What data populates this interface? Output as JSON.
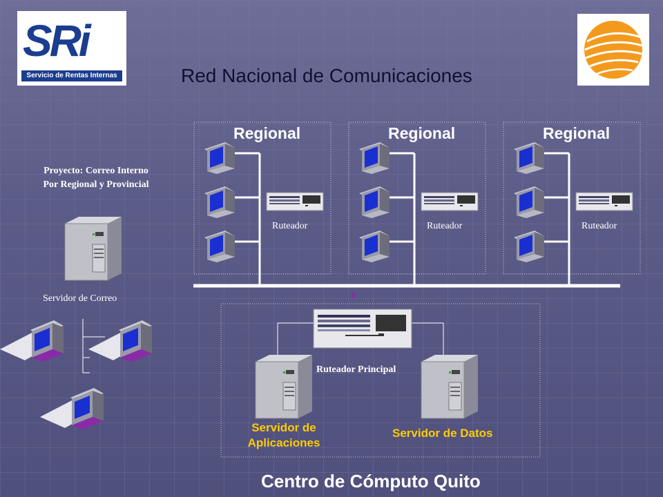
{
  "title": "Red Nacional de Comunicaciones",
  "logo": {
    "sri_mark": "SRi",
    "sri_caption": "Servicio de Rentas Internas"
  },
  "regionals": [
    {
      "title": "Regional",
      "router_label": "Ruteador"
    },
    {
      "title": "Regional",
      "router_label": "Ruteador"
    },
    {
      "title": "Regional",
      "router_label": "Ruteador"
    }
  ],
  "project": {
    "line1": "Proyecto: Correo Interno",
    "line2": "Por Regional y Provincial"
  },
  "mail_server_label": "Servidor de Correo",
  "main_router_label": "Ruteador Principal",
  "app_server_label_1": "Servidor de",
  "app_server_label_2": "Aplicaciones",
  "data_server_label": "Servidor de Datos",
  "footer": "Centro de Cómputo Quito",
  "colors": {
    "background": "#5a5a86",
    "highlight": "#ffcc00",
    "brand_blue": "#1b3d8f",
    "orange": "#f39a1e"
  }
}
